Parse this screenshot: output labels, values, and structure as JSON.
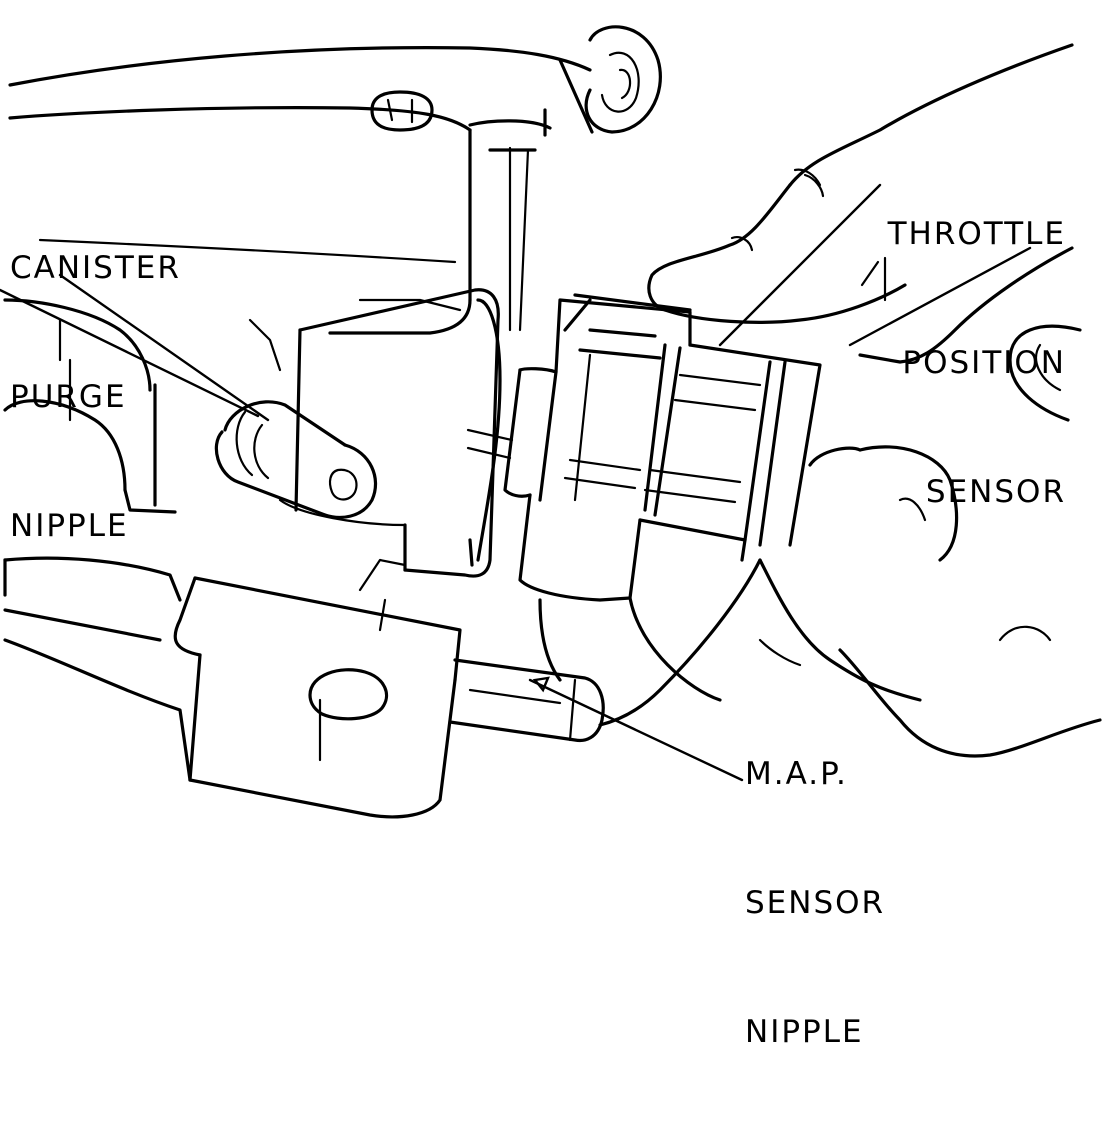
{
  "labels": {
    "canister_purge_nipple": [
      "CANISTER",
      "PURGE",
      "NIPPLE"
    ],
    "throttle_position_sensor": [
      "THROTTLE",
      "POSITION",
      "SENSOR"
    ],
    "map_sensor_nipple": [
      "M.A.P.",
      "SENSOR",
      "NIPPLE"
    ]
  }
}
